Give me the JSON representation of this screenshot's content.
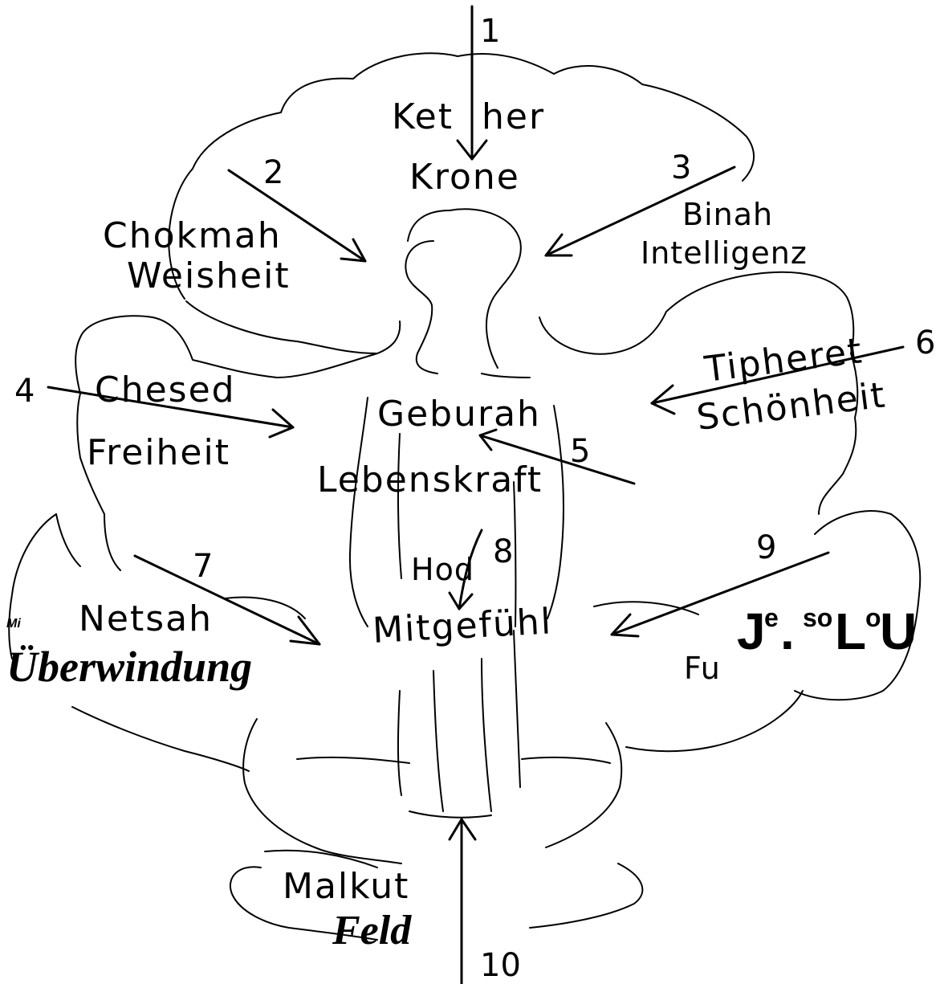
{
  "sephiroth": {
    "kether": {
      "number": "1",
      "name_left": "Ket",
      "name_right": "her",
      "meaning": "Krone"
    },
    "chokmah": {
      "number": "2",
      "name": "Chokmah",
      "meaning": "Weisheit"
    },
    "binah": {
      "number": "3",
      "name": "Binah",
      "meaning": "Intelligenz"
    },
    "chesed": {
      "number": "4",
      "name": "Chesed",
      "meaning": "Freiheit"
    },
    "geburah": {
      "number": "5",
      "name": "Geburah",
      "meaning": "Lebenskraft"
    },
    "tipheret": {
      "number": "6",
      "name": "Tipheret",
      "meaning": "Schönheit"
    },
    "netsah": {
      "number": "7",
      "name": "Netsah",
      "meaning": "Überwindung",
      "prefix": "Mi"
    },
    "hod": {
      "number": "8",
      "name": "Hod",
      "meaning": "Mitgefühl"
    },
    "jesod": {
      "number": "9",
      "prefix": "Fu",
      "label_parts": [
        "J",
        "e",
        ".",
        "so",
        "L",
        "o",
        "U"
      ]
    },
    "malkut": {
      "number": "10",
      "name": "Malkut",
      "meaning": "Feld"
    }
  }
}
